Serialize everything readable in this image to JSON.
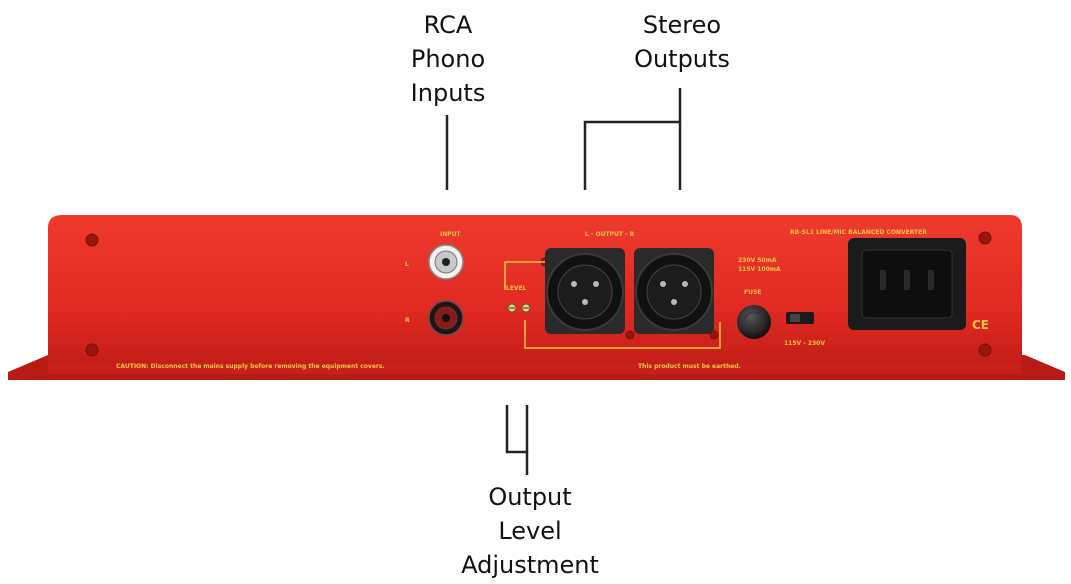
{
  "callouts": {
    "rca_inputs": [
      "RCA",
      "Phono",
      "Inputs"
    ],
    "stereo_outputs": [
      "Stereo",
      "Outputs"
    ],
    "output_level": [
      "Output",
      "Level",
      "Adjustment"
    ]
  },
  "panel": {
    "input_label": "INPUT",
    "output_label": "L - OUTPUT - R",
    "level_label": "LEVEL",
    "channel_left": "L",
    "channel_right": "R",
    "voltage_label": "230V 50mA",
    "voltage_label_2": "115V 100mA",
    "fuse_label": "FUSE",
    "voltage_select_label": "115V - 230V",
    "model_label": "RB-SL1 LINE/MIC BALANCED CONVERTER",
    "caution_text": "CAUTION: Disconnect the mains supply before removing the equipment covers.",
    "earth_text": "This product must be earthed.",
    "ce_mark": "CE"
  },
  "colors": {
    "chassis_red": "#e02a22",
    "chassis_dark": "#a8140f",
    "silkscreen_yellow": "#f5c542",
    "connector_black": "#1a1a1a",
    "leader_line": "#222222"
  }
}
